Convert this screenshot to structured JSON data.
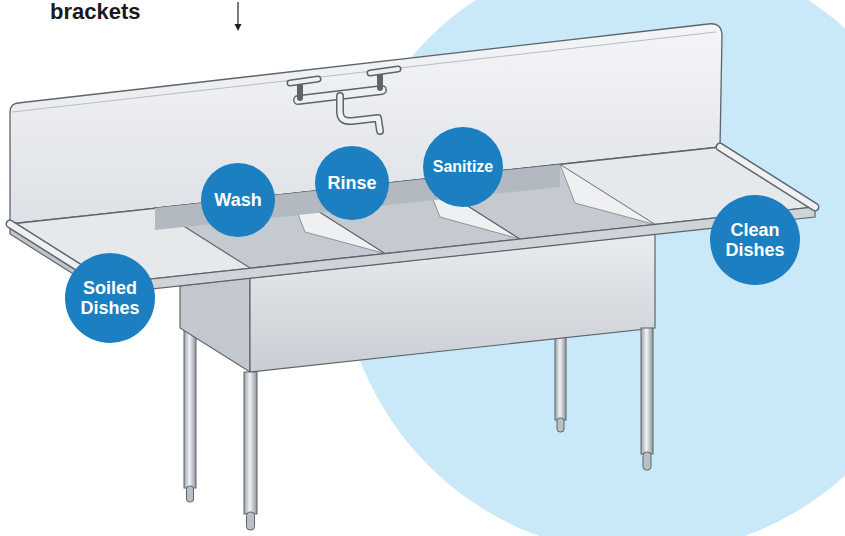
{
  "diagram": {
    "nodes": [
      {
        "text": [
          "Soiled Dishes"
        ]
      },
      {
        "text": [
          "Wash"
        ]
      },
      {
        "text": [
          "Rinse"
        ]
      },
      {
        "text": [
          "Sanitize"
        ]
      },
      {
        "text": [
          "Clean Dishes"
        ]
      }
    ],
    "labels": [
      "brackets"
    ]
  }
}
